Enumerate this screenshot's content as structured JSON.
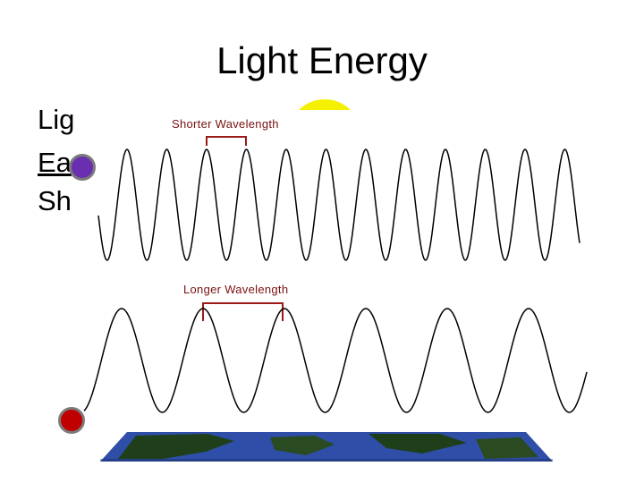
{
  "slide": {
    "title": "Light Energy",
    "background_lines": [
      {
        "text": "Lig",
        "underlined": false
      },
      {
        "text": "Ea",
        "underlined": true
      },
      {
        "text": "Sh",
        "underlined": false
      }
    ]
  },
  "diagram": {
    "shorter_label": "Shorter Wavelength",
    "longer_label": "Longer Wavelength",
    "colors": {
      "wave_line": "#000000",
      "label": "#7a1010",
      "bracket": "#9b1b1b",
      "sun": "#f4f000",
      "violet_dot": "#6a2fb0",
      "red_dot": "#c00000",
      "earth_land": "#1f3f1a",
      "earth_ocean": "#2e4ea8"
    }
  }
}
